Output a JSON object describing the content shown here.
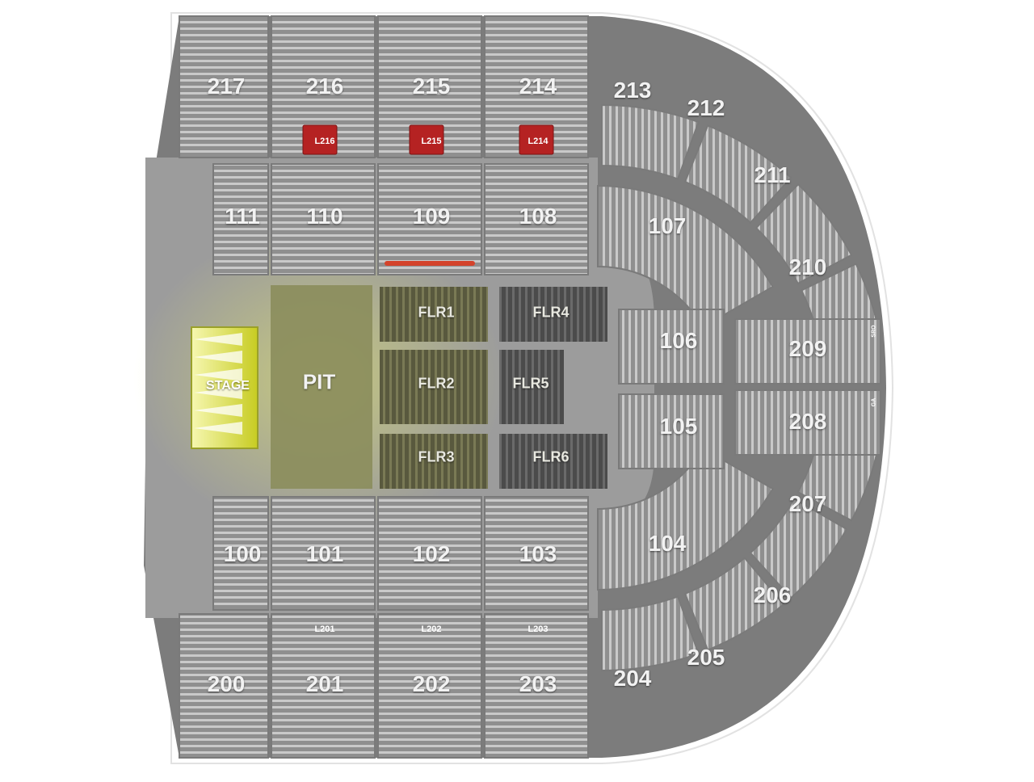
{
  "venue_map": {
    "stage_label": "STAGE",
    "pit_label": "PIT",
    "floor_sections": [
      "FLR1",
      "FLR2",
      "FLR3",
      "FLR4",
      "FLR5",
      "FLR6"
    ],
    "lower_sections": [
      "100",
      "101",
      "102",
      "103",
      "104",
      "105",
      "106",
      "107",
      "108",
      "109",
      "110",
      "111"
    ],
    "upper_sections": [
      "200",
      "201",
      "202",
      "203",
      "204",
      "205",
      "206",
      "207",
      "208",
      "209",
      "210",
      "211",
      "212",
      "213",
      "214",
      "215",
      "216",
      "217"
    ],
    "loge_boxes": [
      "L201",
      "L202",
      "L203",
      "L214",
      "L215",
      "L216"
    ],
    "side_tags": [
      "SRO",
      "GA"
    ],
    "colors": {
      "seats": "#8e8e8e",
      "seat_rows": "#c4c4c4",
      "floor": "#9b9b9b",
      "stage_highlight": "#d9e03a",
      "pit": "#8a8c5c",
      "loge": "#b52222",
      "accessible_row": "#d4432b"
    }
  }
}
